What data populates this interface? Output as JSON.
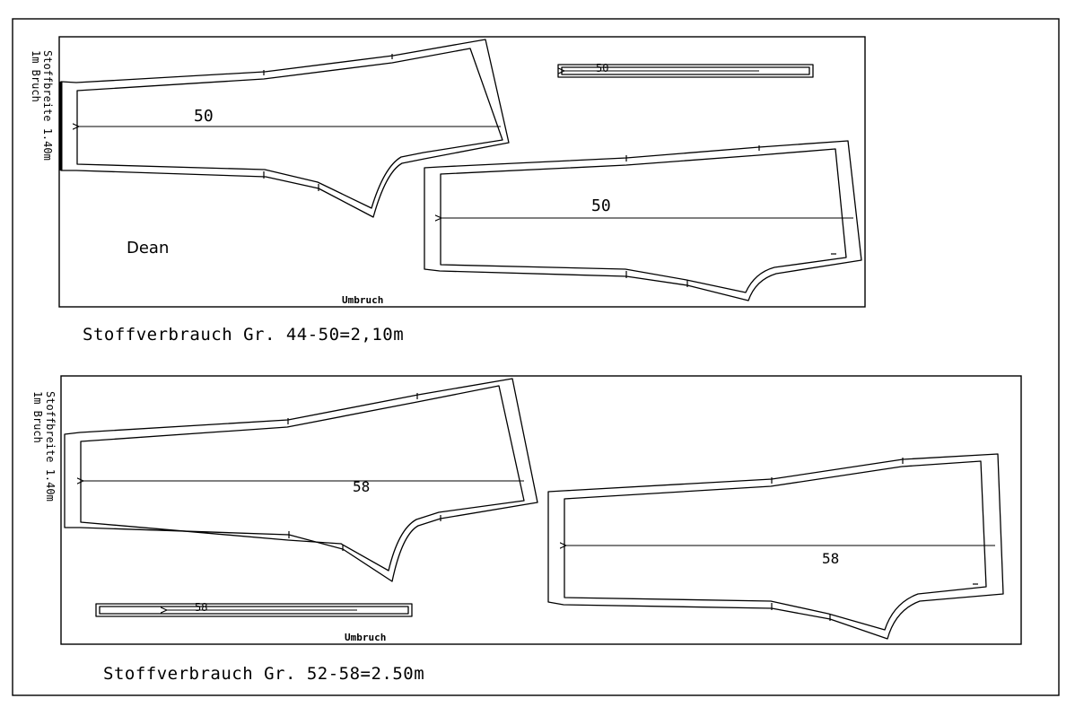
{
  "layout_top": {
    "fabric_width_label": "Stoffbreite 1.40m",
    "fold_label": "1m Bruch",
    "fold_edge_label": "Umbruch",
    "name_label": "Dean",
    "piece_labels": [
      "50",
      "50",
      "50"
    ],
    "consumption_label": "Stoffverbrauch Gr. 44-50=2,10m"
  },
  "layout_bottom": {
    "fabric_width_label": "Stoffbreite 1.40m",
    "fold_label": "1m Bruch",
    "fold_edge_label": "Umbruch",
    "piece_labels": [
      "58",
      "58",
      "58"
    ],
    "consumption_label": "Stoffverbrauch Gr. 52-58=2.50m"
  }
}
